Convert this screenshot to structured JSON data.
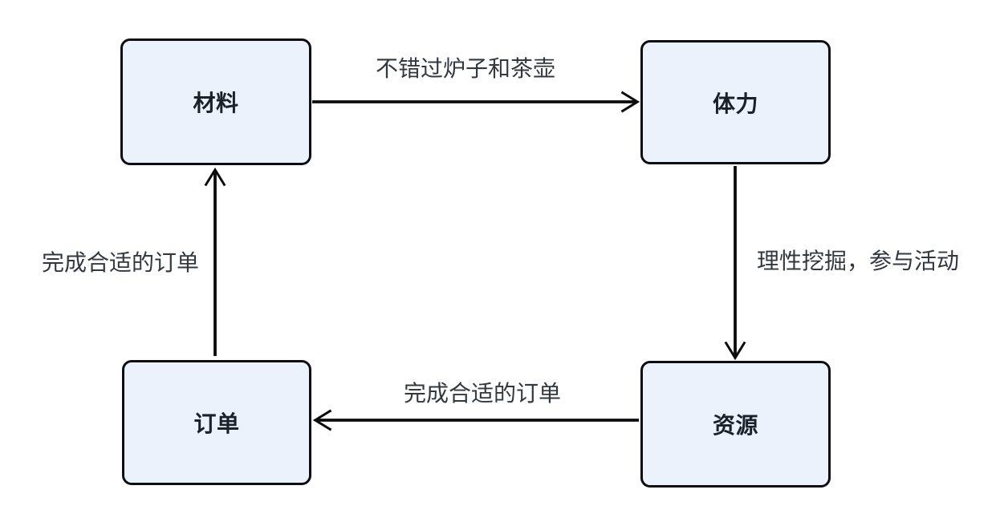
{
  "diagram": {
    "type": "flowchart-cycle",
    "background_color": "#ffffff",
    "node_fill_color": "#ecf2fb",
    "node_border_color": "#0d0e14",
    "node_text_color": "#1c2029",
    "edge_color": "#0b0b0b",
    "edge_label_color": "#333840",
    "nodes": [
      {
        "id": "materials",
        "label": "材料"
      },
      {
        "id": "stamina",
        "label": "体力"
      },
      {
        "id": "resources",
        "label": "资源"
      },
      {
        "id": "orders",
        "label": "订单"
      }
    ],
    "edges": [
      {
        "from": "materials",
        "to": "stamina",
        "label": "不错过炉子和茶壶"
      },
      {
        "from": "stamina",
        "to": "resources",
        "label": "理性挖掘，参与活动"
      },
      {
        "from": "resources",
        "to": "orders",
        "label": "完成合适的订单"
      },
      {
        "from": "orders",
        "to": "materials",
        "label": "完成合适的订单"
      }
    ]
  }
}
